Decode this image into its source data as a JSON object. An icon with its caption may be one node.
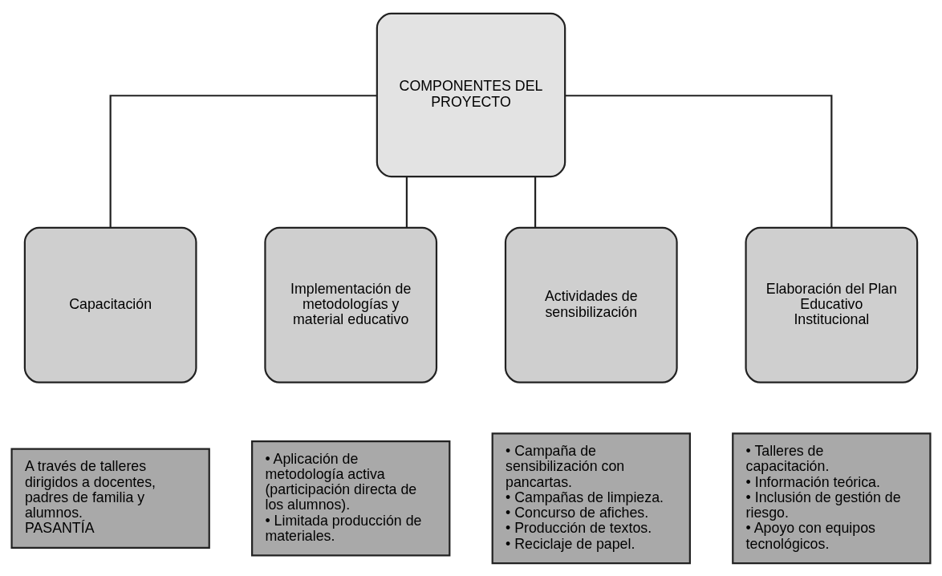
{
  "diagram": {
    "nodes": [
      {
        "text": [
          "COMPONENTES DEL PROYECTO"
        ]
      },
      {
        "text": [
          "Capacitación"
        ]
      },
      {
        "text": [
          "Implementación de metodologías y material educativo"
        ]
      },
      {
        "text": [
          "Actividades de sensibilización"
        ]
      },
      {
        "text": [
          "Elaboración del Plan Educativo Institucional"
        ]
      },
      {
        "text": [
          "A través de talleres dirigidos a docentes, padres de familia y alumnos.",
          "PASANTÍA"
        ]
      },
      {
        "text": [
          "• Aplicación de metodología activa (participación directa de los alumnos).",
          "• Limitada producción de materiales."
        ]
      },
      {
        "text": [
          "• Campaña de sensibilización con pancartas.",
          "• Campañas de limpieza.",
          "• Concurso de afiches.",
          "• Producción de textos.",
          "• Reciclaje de papel."
        ]
      },
      {
        "text": [
          "• Talleres de capacitación.",
          "• Información teórica.",
          "• Inclusión de gestión de riesgo.",
          "• Apoyo con equipos tecnológicos."
        ]
      }
    ],
    "edges": [
      {
        "from": 0,
        "to": 1,
        "arrow": "none"
      },
      {
        "from": 0,
        "to": 2,
        "arrow": "none"
      },
      {
        "from": 0,
        "to": 3,
        "arrow": "none"
      },
      {
        "from": 0,
        "to": 4,
        "arrow": "none"
      }
    ]
  }
}
